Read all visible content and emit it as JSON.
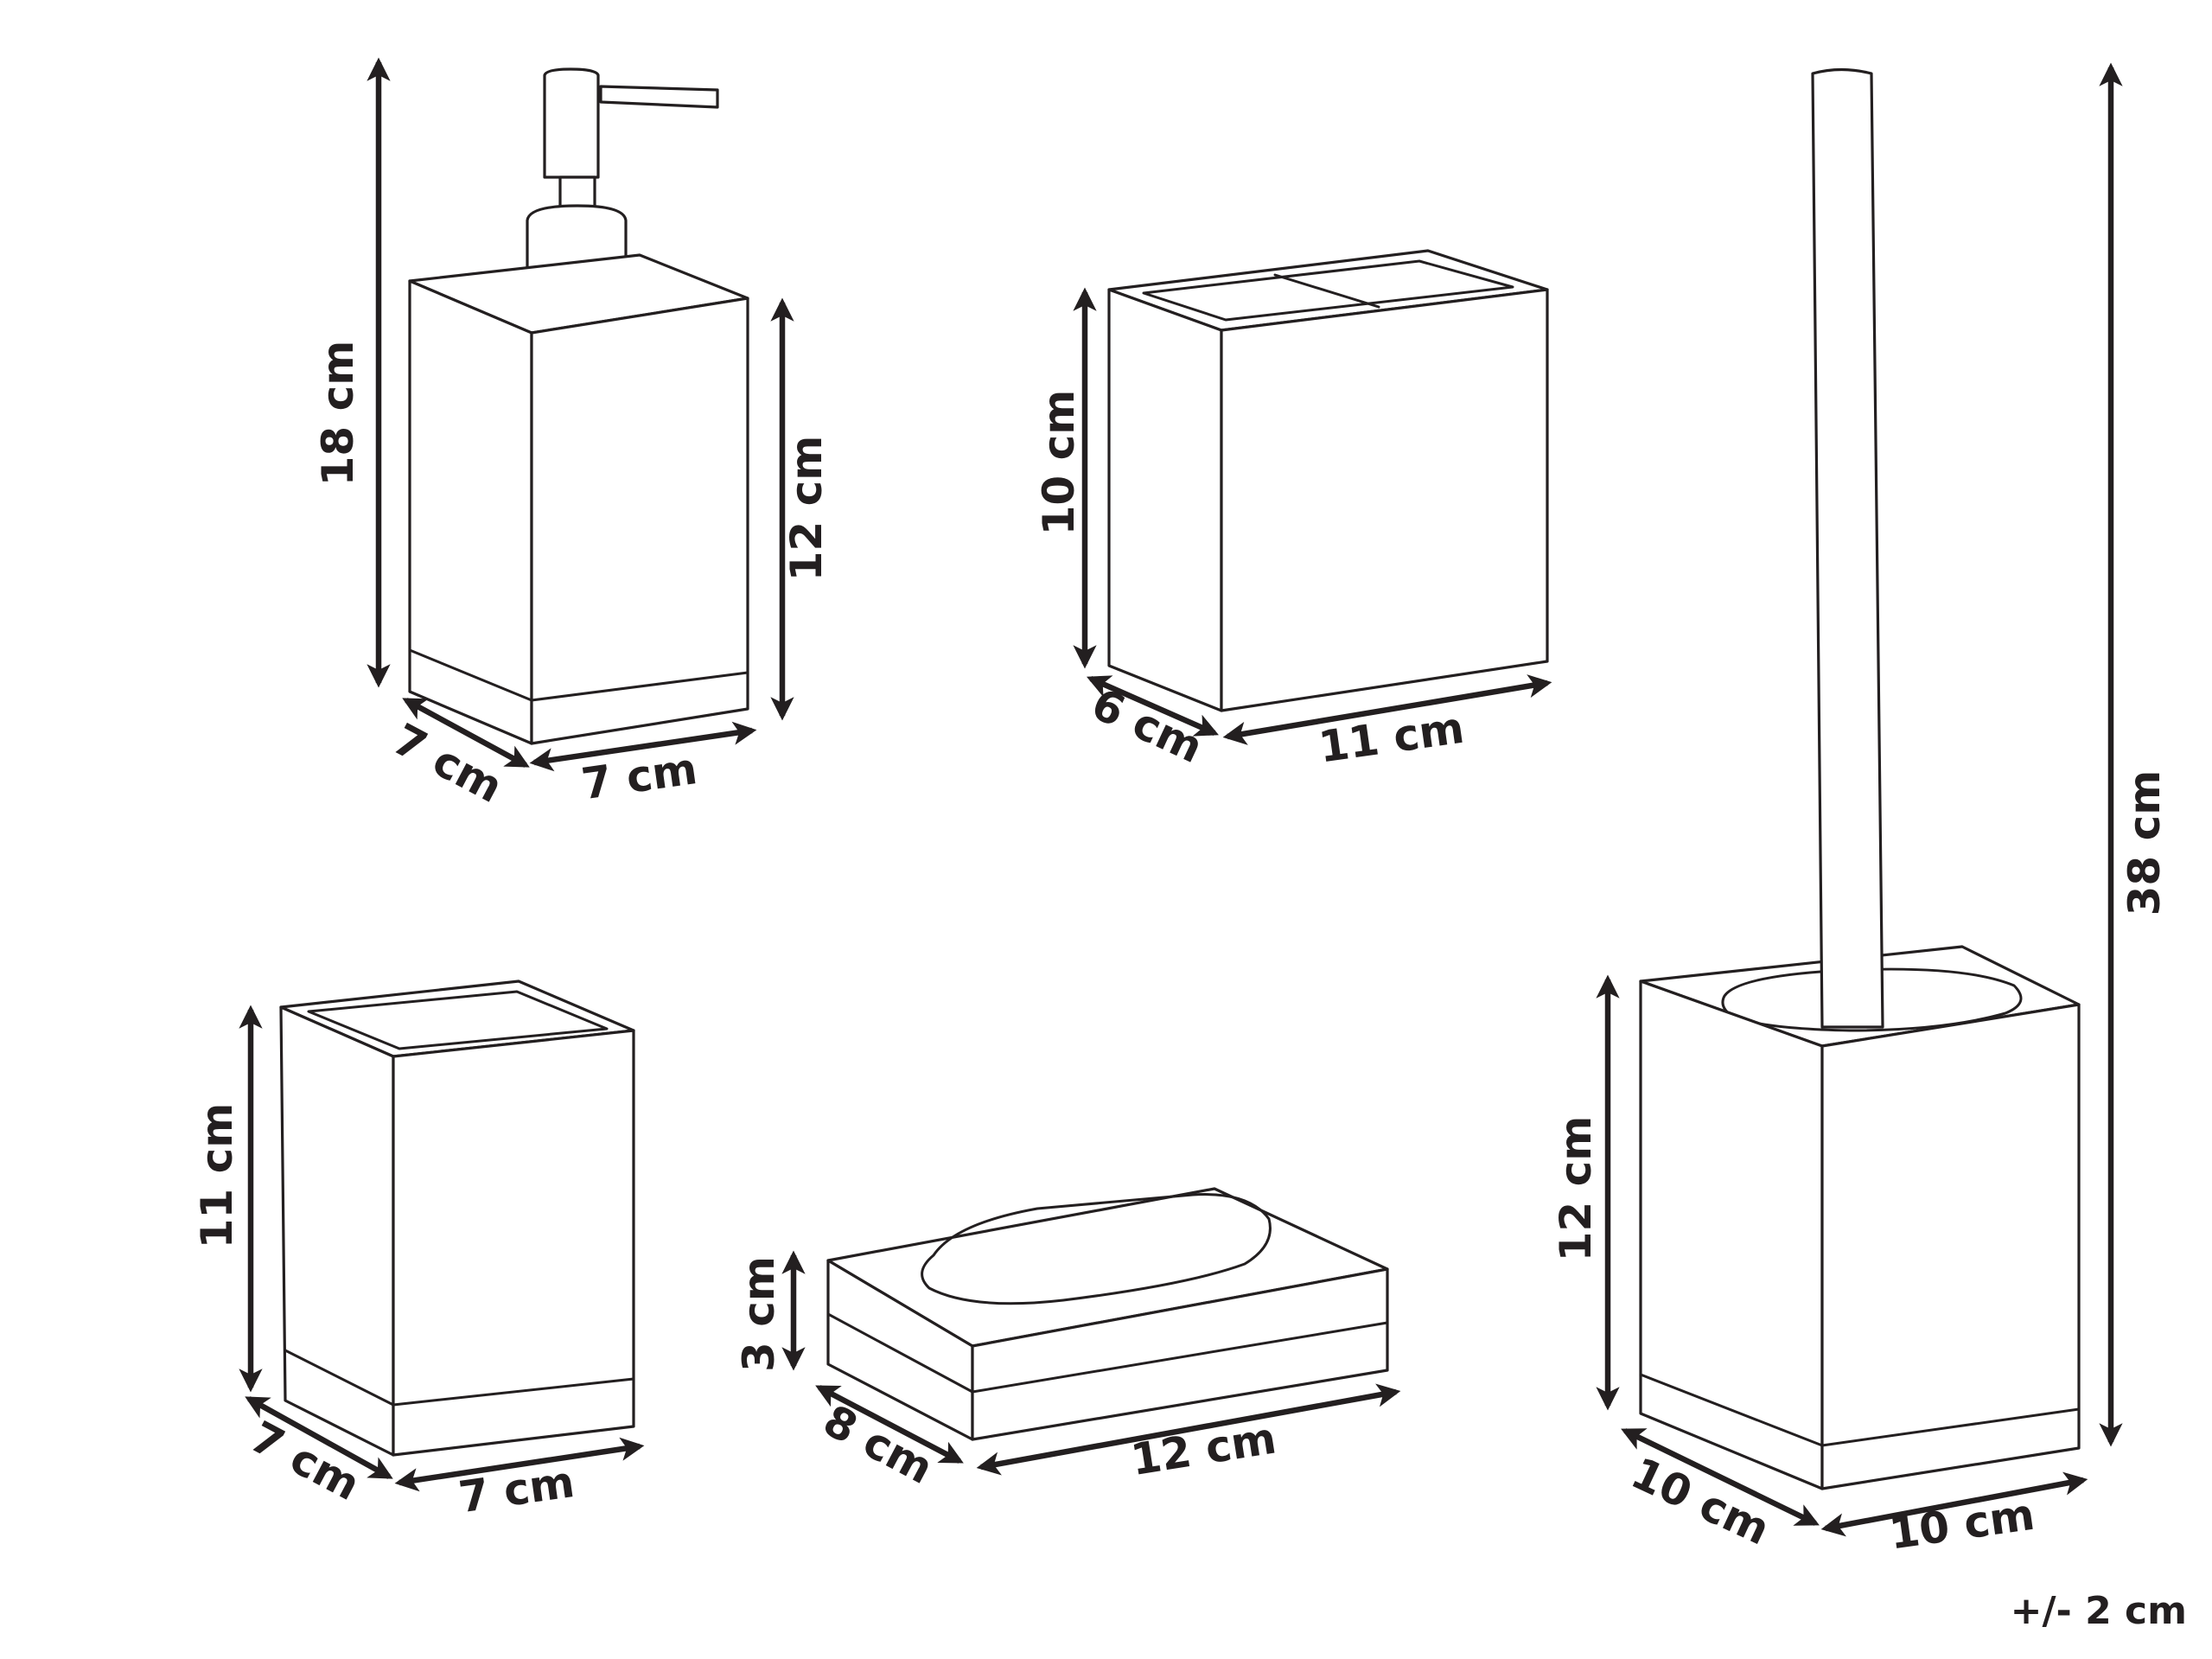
{
  "products": {
    "soap_dispenser": {
      "height_total": "18 cm",
      "height_body": "12 cm",
      "depth": "7 cm",
      "width": "7 cm"
    },
    "toothbrush_holder": {
      "height": "10 cm",
      "depth": "6 cm",
      "width": "11 cm"
    },
    "tumbler": {
      "height": "11 cm",
      "depth": "7 cm",
      "width": "7 cm"
    },
    "soap_dish": {
      "height": "3 cm",
      "depth": "8 cm",
      "width": "12 cm"
    },
    "toilet_brush": {
      "height_total": "38 cm",
      "height_body": "12 cm",
      "depth": "10 cm",
      "width": "10 cm"
    }
  },
  "tolerance": "+/- 2 cm"
}
